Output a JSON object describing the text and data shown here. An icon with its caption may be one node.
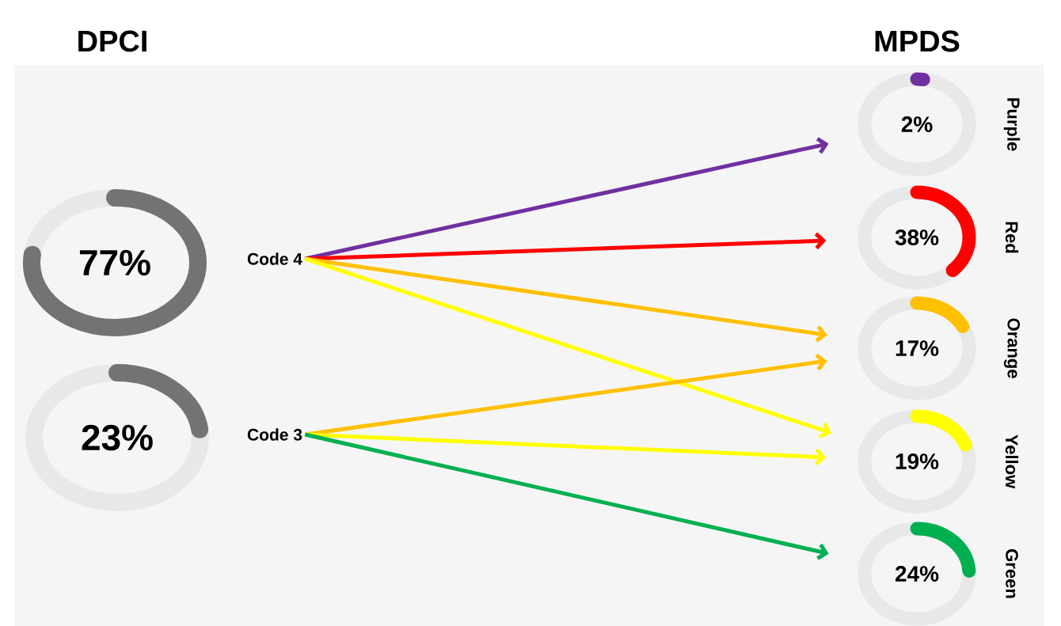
{
  "diagram": {
    "nodes": [
      {
        "text": [
          "77%"
        ]
      },
      {
        "text": [
          "23%"
        ]
      },
      {
        "text": [
          "Code 4"
        ]
      },
      {
        "text": [
          "Code 3"
        ]
      },
      {
        "text": [
          "2%"
        ],
        "beside": [
          "Purple"
        ]
      },
      {
        "text": [
          "38%"
        ],
        "beside": [
          "Red"
        ]
      },
      {
        "text": [
          "17%"
        ],
        "beside": [
          "Orange"
        ]
      },
      {
        "text": [
          "19%"
        ],
        "beside": [
          "Yellow"
        ]
      },
      {
        "text": [
          "24%"
        ],
        "beside": [
          "Green"
        ]
      }
    ],
    "edges": [
      {
        "from": 2,
        "to": 4,
        "arrow": "to",
        "color": "#7030a0"
      },
      {
        "from": 2,
        "to": 5,
        "arrow": "to",
        "color": "#ff0000"
      },
      {
        "from": 2,
        "to": 6,
        "arrow": "to",
        "color": "#ffc000"
      },
      {
        "from": 2,
        "to": 7,
        "arrow": "to",
        "color": "#ffff00"
      },
      {
        "from": 3,
        "to": 6,
        "arrow": "to",
        "color": "#ffc000"
      },
      {
        "from": 3,
        "to": 7,
        "arrow": "to",
        "color": "#ffff00"
      },
      {
        "from": 3,
        "to": 8,
        "arrow": "to",
        "color": "#00b050"
      }
    ],
    "labels": [
      "DPCI",
      "MPDS"
    ]
  }
}
